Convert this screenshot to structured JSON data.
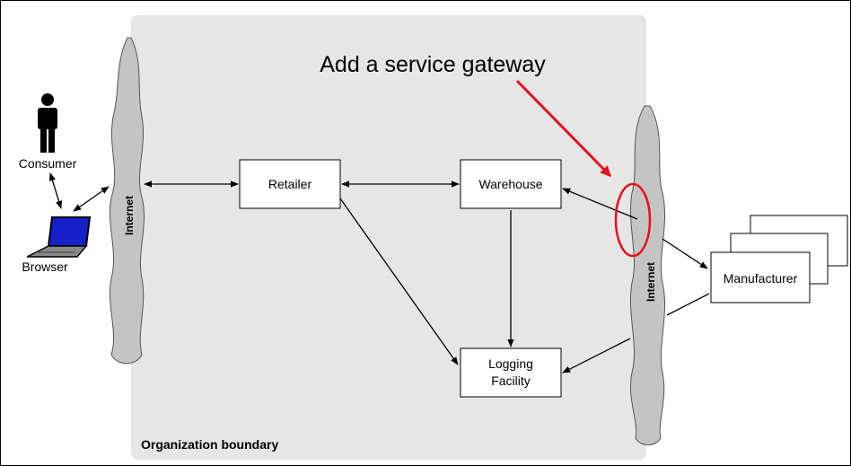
{
  "boundary": {
    "label": "Organization boundary"
  },
  "callout": {
    "text": "Add a service gateway"
  },
  "clouds": {
    "left": "Internet",
    "right": "Internet"
  },
  "actors": {
    "consumer": "Consumer",
    "browser": "Browser"
  },
  "nodes": {
    "retailer": "Retailer",
    "warehouse": "Warehouse",
    "logging_line1": "Logging",
    "logging_line2": "Facility",
    "manufacturer": "Manufacturer"
  },
  "colors": {
    "boundary_fill": "#e6e6e6",
    "cloud_fill": "#c4c4c4",
    "callout_red": "#e8101a",
    "laptop_screen": "#1520c8"
  }
}
